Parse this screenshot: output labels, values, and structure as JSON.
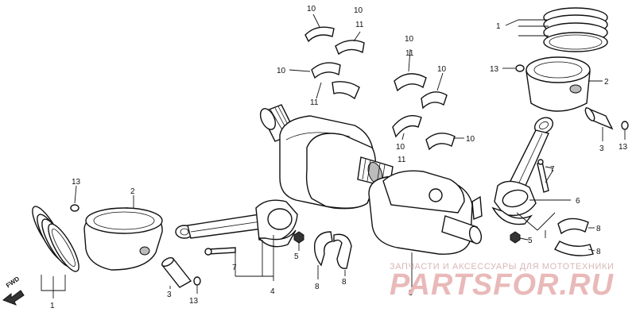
{
  "labels": {
    "l1_top": "1",
    "l2_top": "2",
    "l13_top": "13",
    "l3_right": "3",
    "l13_right": "13",
    "l10_a": "10",
    "l10_b": "10",
    "l11_b": "11",
    "l10_c": "10",
    "l11_c": "11",
    "l10_d": "10",
    "l11_d": "11",
    "l10_e": "10",
    "l10_f": "10",
    "l10_g": "10",
    "l11_g": "11",
    "l7_right": "7",
    "l6_right": "6",
    "l8_r1": "8",
    "l8_r2": "8",
    "l5_right": "5",
    "l13_left": "13",
    "l2_left": "2",
    "l1_left": "1",
    "l3_left": "3",
    "l13_left_b": "13",
    "l7_left": "7",
    "l4_left": "4",
    "l5_left": "5",
    "l8_l1": "8",
    "l8_l2": "8",
    "l9_crank": "9"
  },
  "fwd_label": "FWD",
  "watermark": {
    "small": "ЗАПЧАСТИ И АКСЕССУАРЫ ДЛЯ МОТОТЕХНИКИ",
    "big": "PARTSFOR.RU"
  },
  "colors": {
    "line": "#111111",
    "watermark": "#e9b9b9",
    "background": "#ffffff"
  }
}
